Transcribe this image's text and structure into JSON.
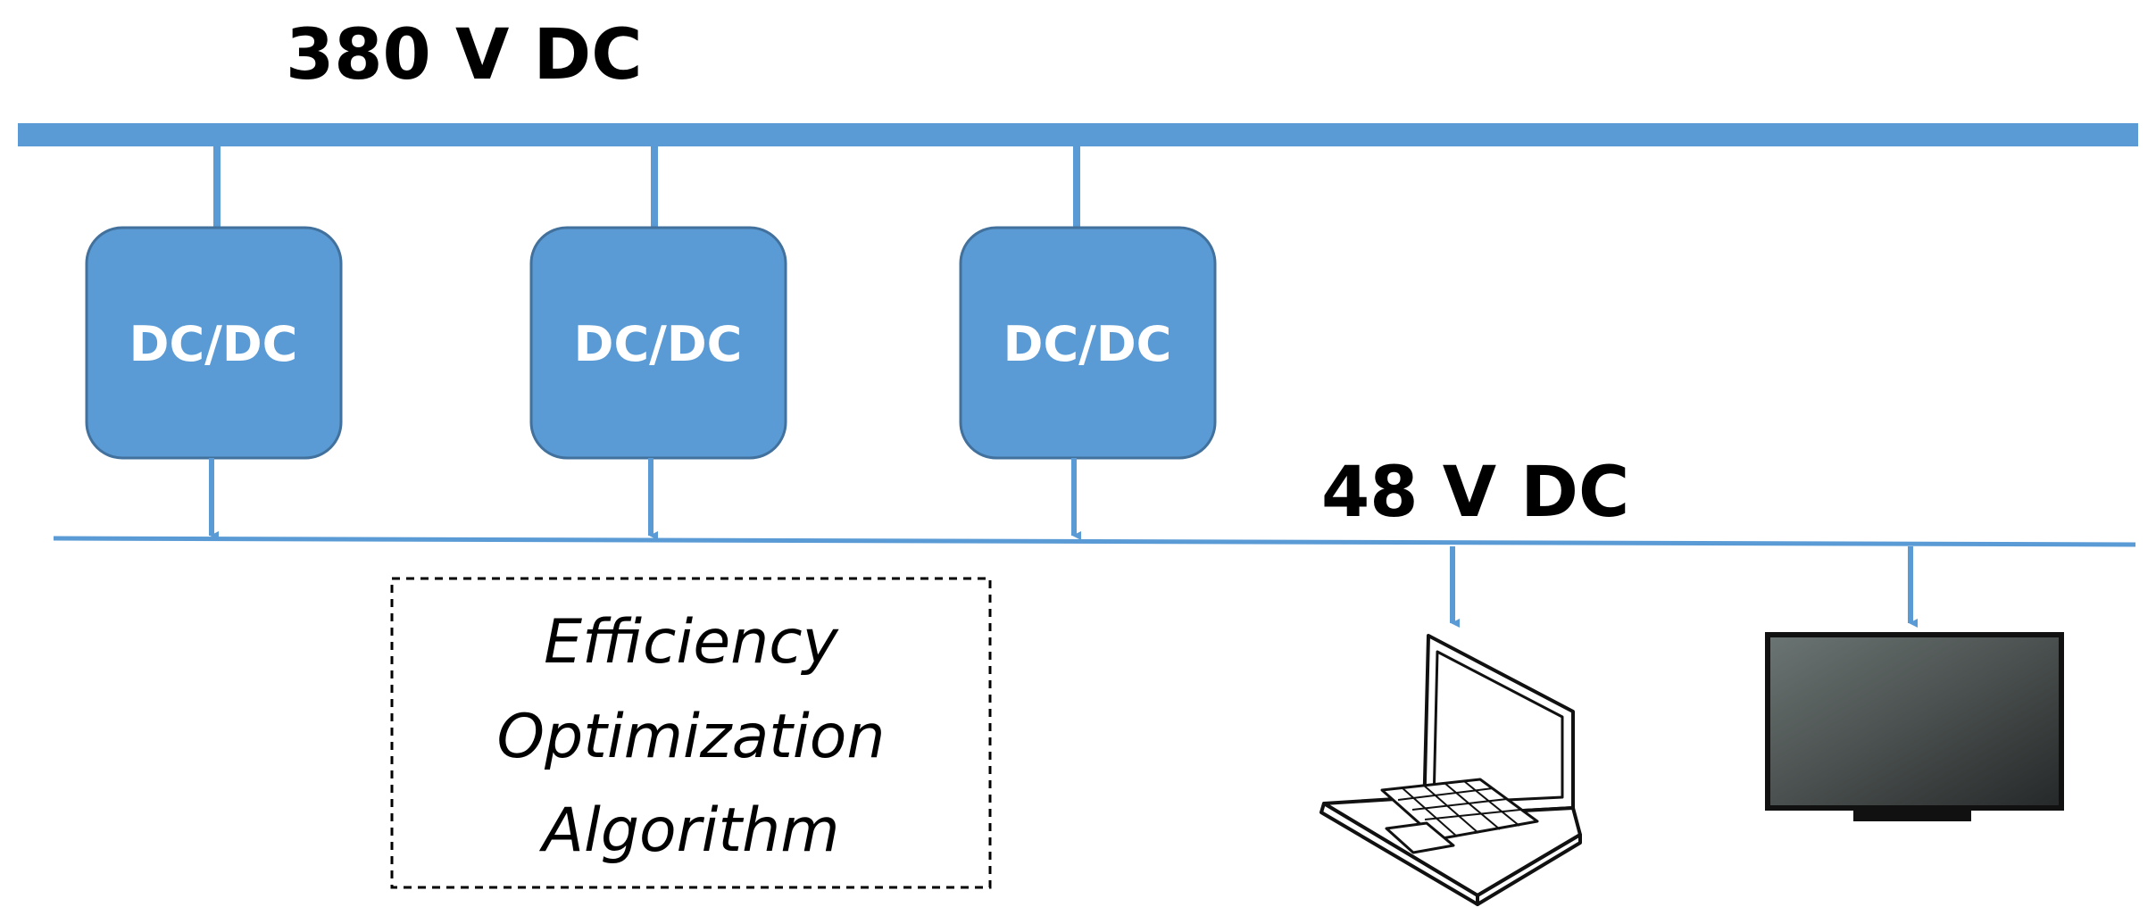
{
  "high_bus": {
    "label": "380 V DC"
  },
  "low_bus": {
    "label": "48 V DC"
  },
  "converters": [
    {
      "label": "DC/DC"
    },
    {
      "label": "DC/DC"
    },
    {
      "label": "DC/DC"
    }
  ],
  "algorithm": {
    "lines": [
      "Efficiency",
      "Optimization",
      "Algorithm"
    ]
  },
  "loads": [
    {
      "icon": "laptop-icon"
    },
    {
      "icon": "monitor-icon"
    }
  ],
  "colors": {
    "bus": "#5b9bd5",
    "converter_fill": "#5b9bd5",
    "converter_stroke": "#41719c",
    "text": "#000000",
    "converter_text": "#ffffff"
  }
}
